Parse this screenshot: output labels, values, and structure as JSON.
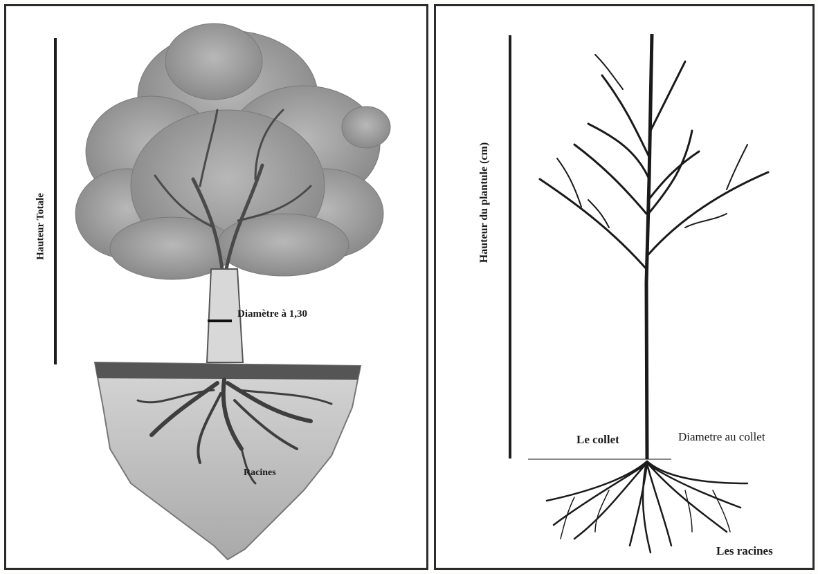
{
  "left_panel": {
    "height_label": "Hauteur Totale",
    "dbh_label": "Diamètre à 1,30",
    "roots_label": "Racines"
  },
  "right_panel": {
    "height_label": "Hauteur du plantule (cm)",
    "collar_label": "Le collet",
    "collar_diameter_label": "Diametre au collet",
    "roots_label": "Les racines"
  },
  "colors": {
    "line": "#1e1e1e",
    "foliage": "#9a9a9a",
    "soil": "#c9c9c9",
    "frame": "#2b2b2b"
  },
  "icons": {
    "left_figure": "mature-tree-with-roots-illustration",
    "right_figure": "seedling-with-roots-illustration"
  }
}
